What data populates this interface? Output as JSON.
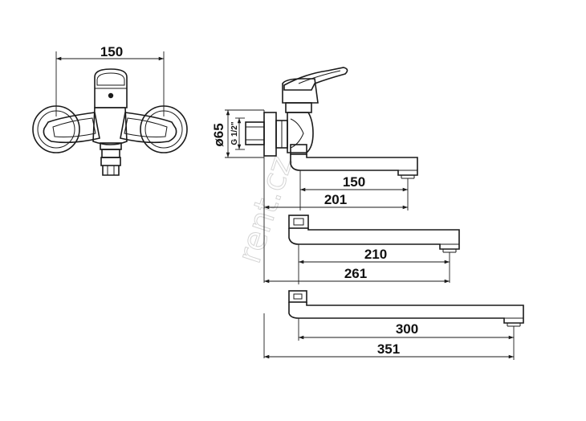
{
  "front_view": {
    "width_dim": "150"
  },
  "side_view": {
    "diameter_dim": "ø65",
    "thread_dim": "G 1/2\""
  },
  "spouts": [
    {
      "reach": "150",
      "total": "201"
    },
    {
      "reach": "210",
      "total": "261"
    },
    {
      "reach": "300",
      "total": "351"
    }
  ],
  "watermark": "rent.cz",
  "colors": {
    "line": "#1a1a1a",
    "watermark": "#d4d4d4"
  }
}
